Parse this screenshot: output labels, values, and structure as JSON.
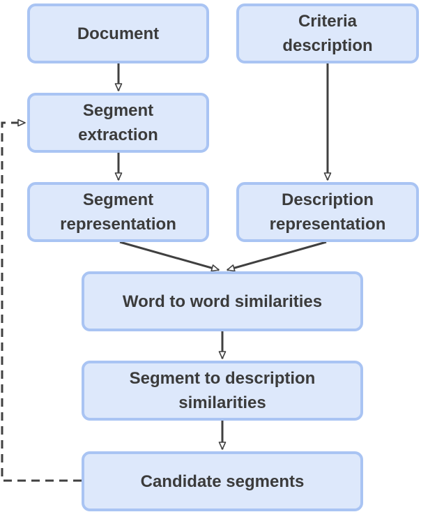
{
  "nodes": {
    "document": "Document",
    "criteria_description": "Criteria\ndescription",
    "segment_extraction": "Segment\nextraction",
    "segment_representation": "Segment\nrepresentation",
    "description_representation": "Description\nrepresentation",
    "word_to_word": "Word to word similarities",
    "segment_to_description": "Segment to description\nsimilarities",
    "candidate_segments": "Candidate segments"
  },
  "colors": {
    "node_fill": "#dde8fb",
    "node_border": "#a9c4f3",
    "text": "#3b3b3b",
    "arrow": "#404040"
  }
}
